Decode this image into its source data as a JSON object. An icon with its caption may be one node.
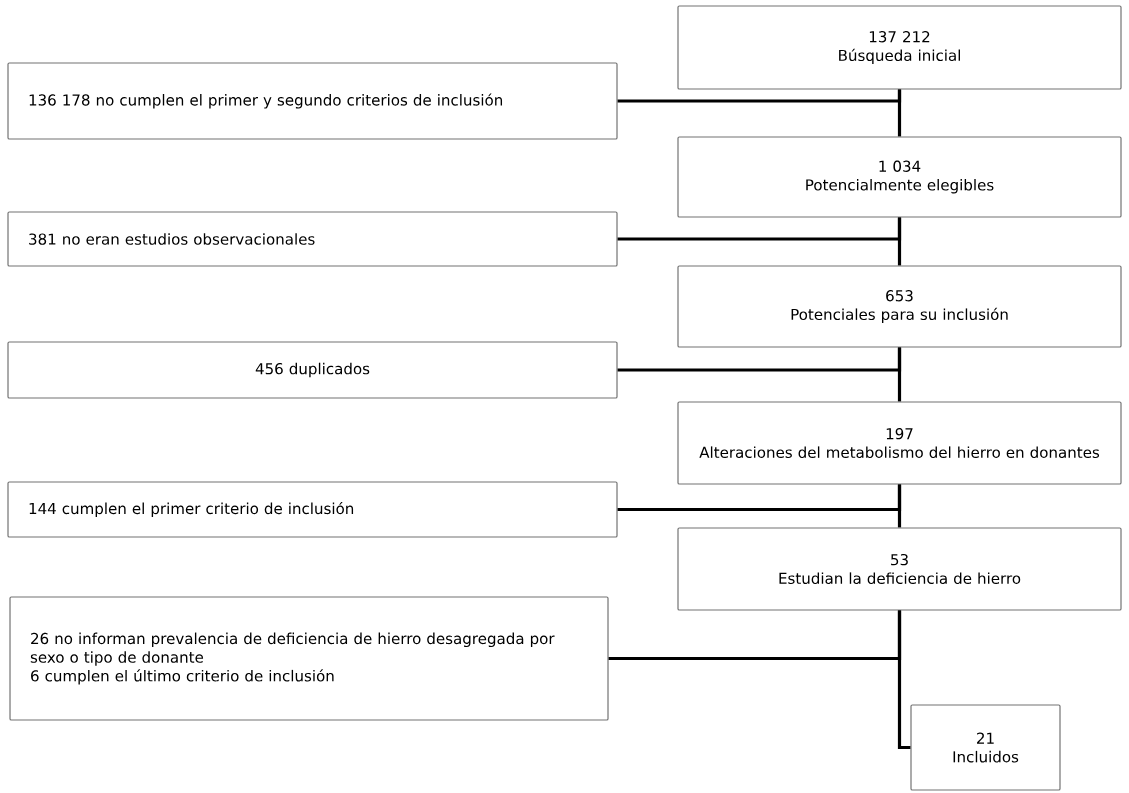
{
  "diagram": {
    "nodes": [
      {
        "text": [
          "137 212",
          "Búsqueda inicial"
        ]
      },
      {
        "text": [
          "136 178 no cumplen el primer y segundo criterios de inclusión"
        ]
      },
      {
        "text": [
          "1 034",
          "Potencialmente elegibles"
        ]
      },
      {
        "text": [
          "381 no eran estudios observacionales"
        ]
      },
      {
        "text": [
          "653",
          "Potenciales para su inclusión"
        ]
      },
      {
        "text": [
          "456 duplicados"
        ]
      },
      {
        "text": [
          "197",
          "Alteraciones del metabolismo del hierro en donantes"
        ]
      },
      {
        "text": [
          "144 cumplen el primer criterio de inclusión"
        ]
      },
      {
        "text": [
          "53",
          "Estudian la deficiencia de hierro"
        ]
      },
      {
        "text": [
          "26 no informan prevalencia de deficiencia de hierro desagregada por sexo o tipo de donante",
          "6 cumplen el último criterio de inclusión"
        ]
      },
      {
        "text": [
          "21",
          "Incluidos"
        ]
      }
    ],
    "edges": [
      {
        "from": 0,
        "to": 2,
        "arrow": "none"
      },
      {
        "from": 0,
        "to": 1,
        "arrow": "none"
      },
      {
        "from": 2,
        "to": 4,
        "arrow": "none"
      },
      {
        "from": 2,
        "to": 3,
        "arrow": "none"
      },
      {
        "from": 4,
        "to": 6,
        "arrow": "none"
      },
      {
        "from": 4,
        "to": 5,
        "arrow": "none"
      },
      {
        "from": 6,
        "to": 8,
        "arrow": "none"
      },
      {
        "from": 6,
        "to": 7,
        "arrow": "none"
      },
      {
        "from": 8,
        "to": 10,
        "arrow": "none"
      },
      {
        "from": 8,
        "to": 9,
        "arrow": "none"
      }
    ]
  }
}
